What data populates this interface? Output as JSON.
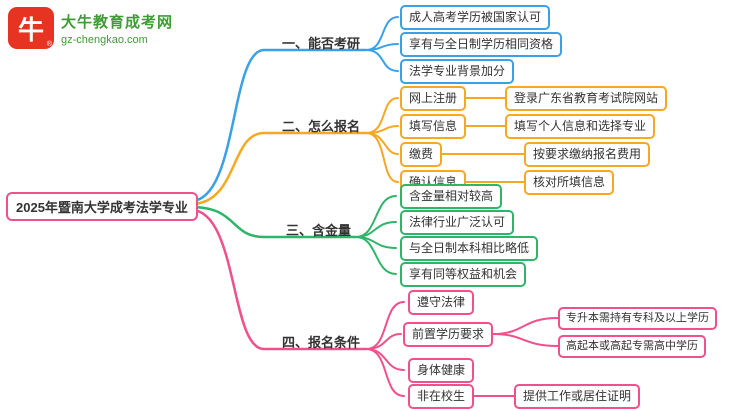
{
  "logo": {
    "brand": "大牛教育成考网",
    "domain": "gz-chengkao.com",
    "bull_icon_glyph": "牛",
    "reg_mark": "®"
  },
  "colors": {
    "blue": "#3aa0e8",
    "orange": "#f7a823",
    "green": "#2fb56a",
    "pink": "#f0508c",
    "logo_red": "#e63322",
    "logo_green": "#3f9c35"
  },
  "root": {
    "label": "2025年暨南大学成考法学专业"
  },
  "branches": [
    {
      "label": "一、能否考研",
      "color": "#3aa0e8",
      "children": [
        {
          "label": "成人高考学历被国家认可"
        },
        {
          "label": "享有与全日制学历相同资格"
        },
        {
          "label": "法学专业背景加分"
        }
      ]
    },
    {
      "label": "二、怎么报名",
      "color": "#f7a823",
      "children": [
        {
          "label": "网上注册",
          "detail": "登录广东省教育考试院网站"
        },
        {
          "label": "填写信息",
          "detail": "填写个人信息和选择专业"
        },
        {
          "label": "缴费",
          "detail": "按要求缴纳报名费用"
        },
        {
          "label": "确认信息",
          "detail": "核对所填信息"
        }
      ]
    },
    {
      "label": "三、含金量",
      "color": "#2fb56a",
      "children": [
        {
          "label": "含金量相对较高"
        },
        {
          "label": "法律行业广泛认可"
        },
        {
          "label": "与全日制本科相比略低"
        },
        {
          "label": "享有同等权益和机会"
        }
      ]
    },
    {
      "label": "四、报名条件",
      "color": "#f0508c",
      "children": [
        {
          "label": "遵守法律"
        },
        {
          "label": "前置学历要求",
          "children": [
            {
              "label": "专升本需持有专科及以上学历"
            },
            {
              "label": "高起本或高起专需高中学历"
            }
          ]
        },
        {
          "label": "身体健康"
        },
        {
          "label": "非在校生",
          "detail": "提供工作或居住证明"
        }
      ]
    }
  ]
}
